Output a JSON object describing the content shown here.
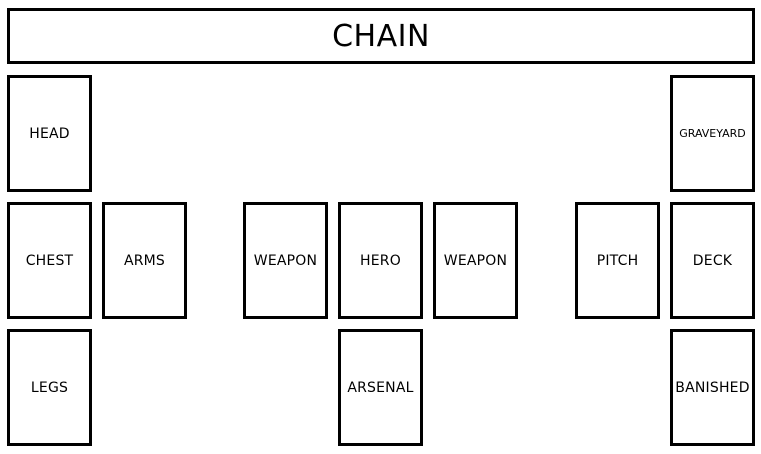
{
  "chain": {
    "label": "CHAIN"
  },
  "zones": {
    "head": "HEAD",
    "chest": "CHEST",
    "arms": "ARMS",
    "legs": "LEGS",
    "weapon_left": "WEAPON",
    "hero": "HERO",
    "weapon_right": "WEAPON",
    "arsenal": "ARSENAL",
    "pitch": "PITCH",
    "graveyard": "GRAVEYARD",
    "deck": "DECK",
    "banished": "BANISHED"
  }
}
